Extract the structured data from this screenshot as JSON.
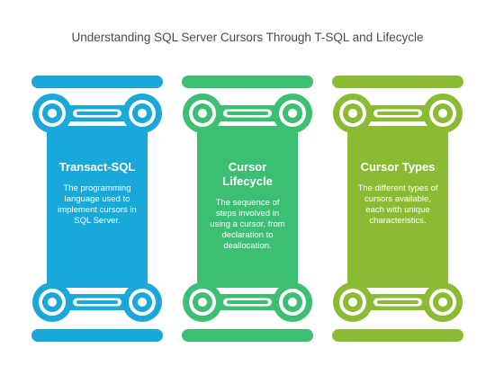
{
  "title": "Understanding SQL Server Cursors Through T-SQL and Lifecycle",
  "pillars": [
    {
      "id": "transact-sql",
      "title": "Transact-SQL",
      "description": "The programming language used to implement cursors in SQL Server.",
      "color": "#1aa7da"
    },
    {
      "id": "cursor-lifecycle",
      "title": "Cursor Lifecycle",
      "description": "The sequence of steps involved in using a cursor, from declaration to deallocation.",
      "color": "#3cbf73"
    },
    {
      "id": "cursor-types",
      "title": "Cursor Types",
      "description": "The different types of cursors available, each with unique characteristics.",
      "color": "#8bbb32"
    }
  ]
}
